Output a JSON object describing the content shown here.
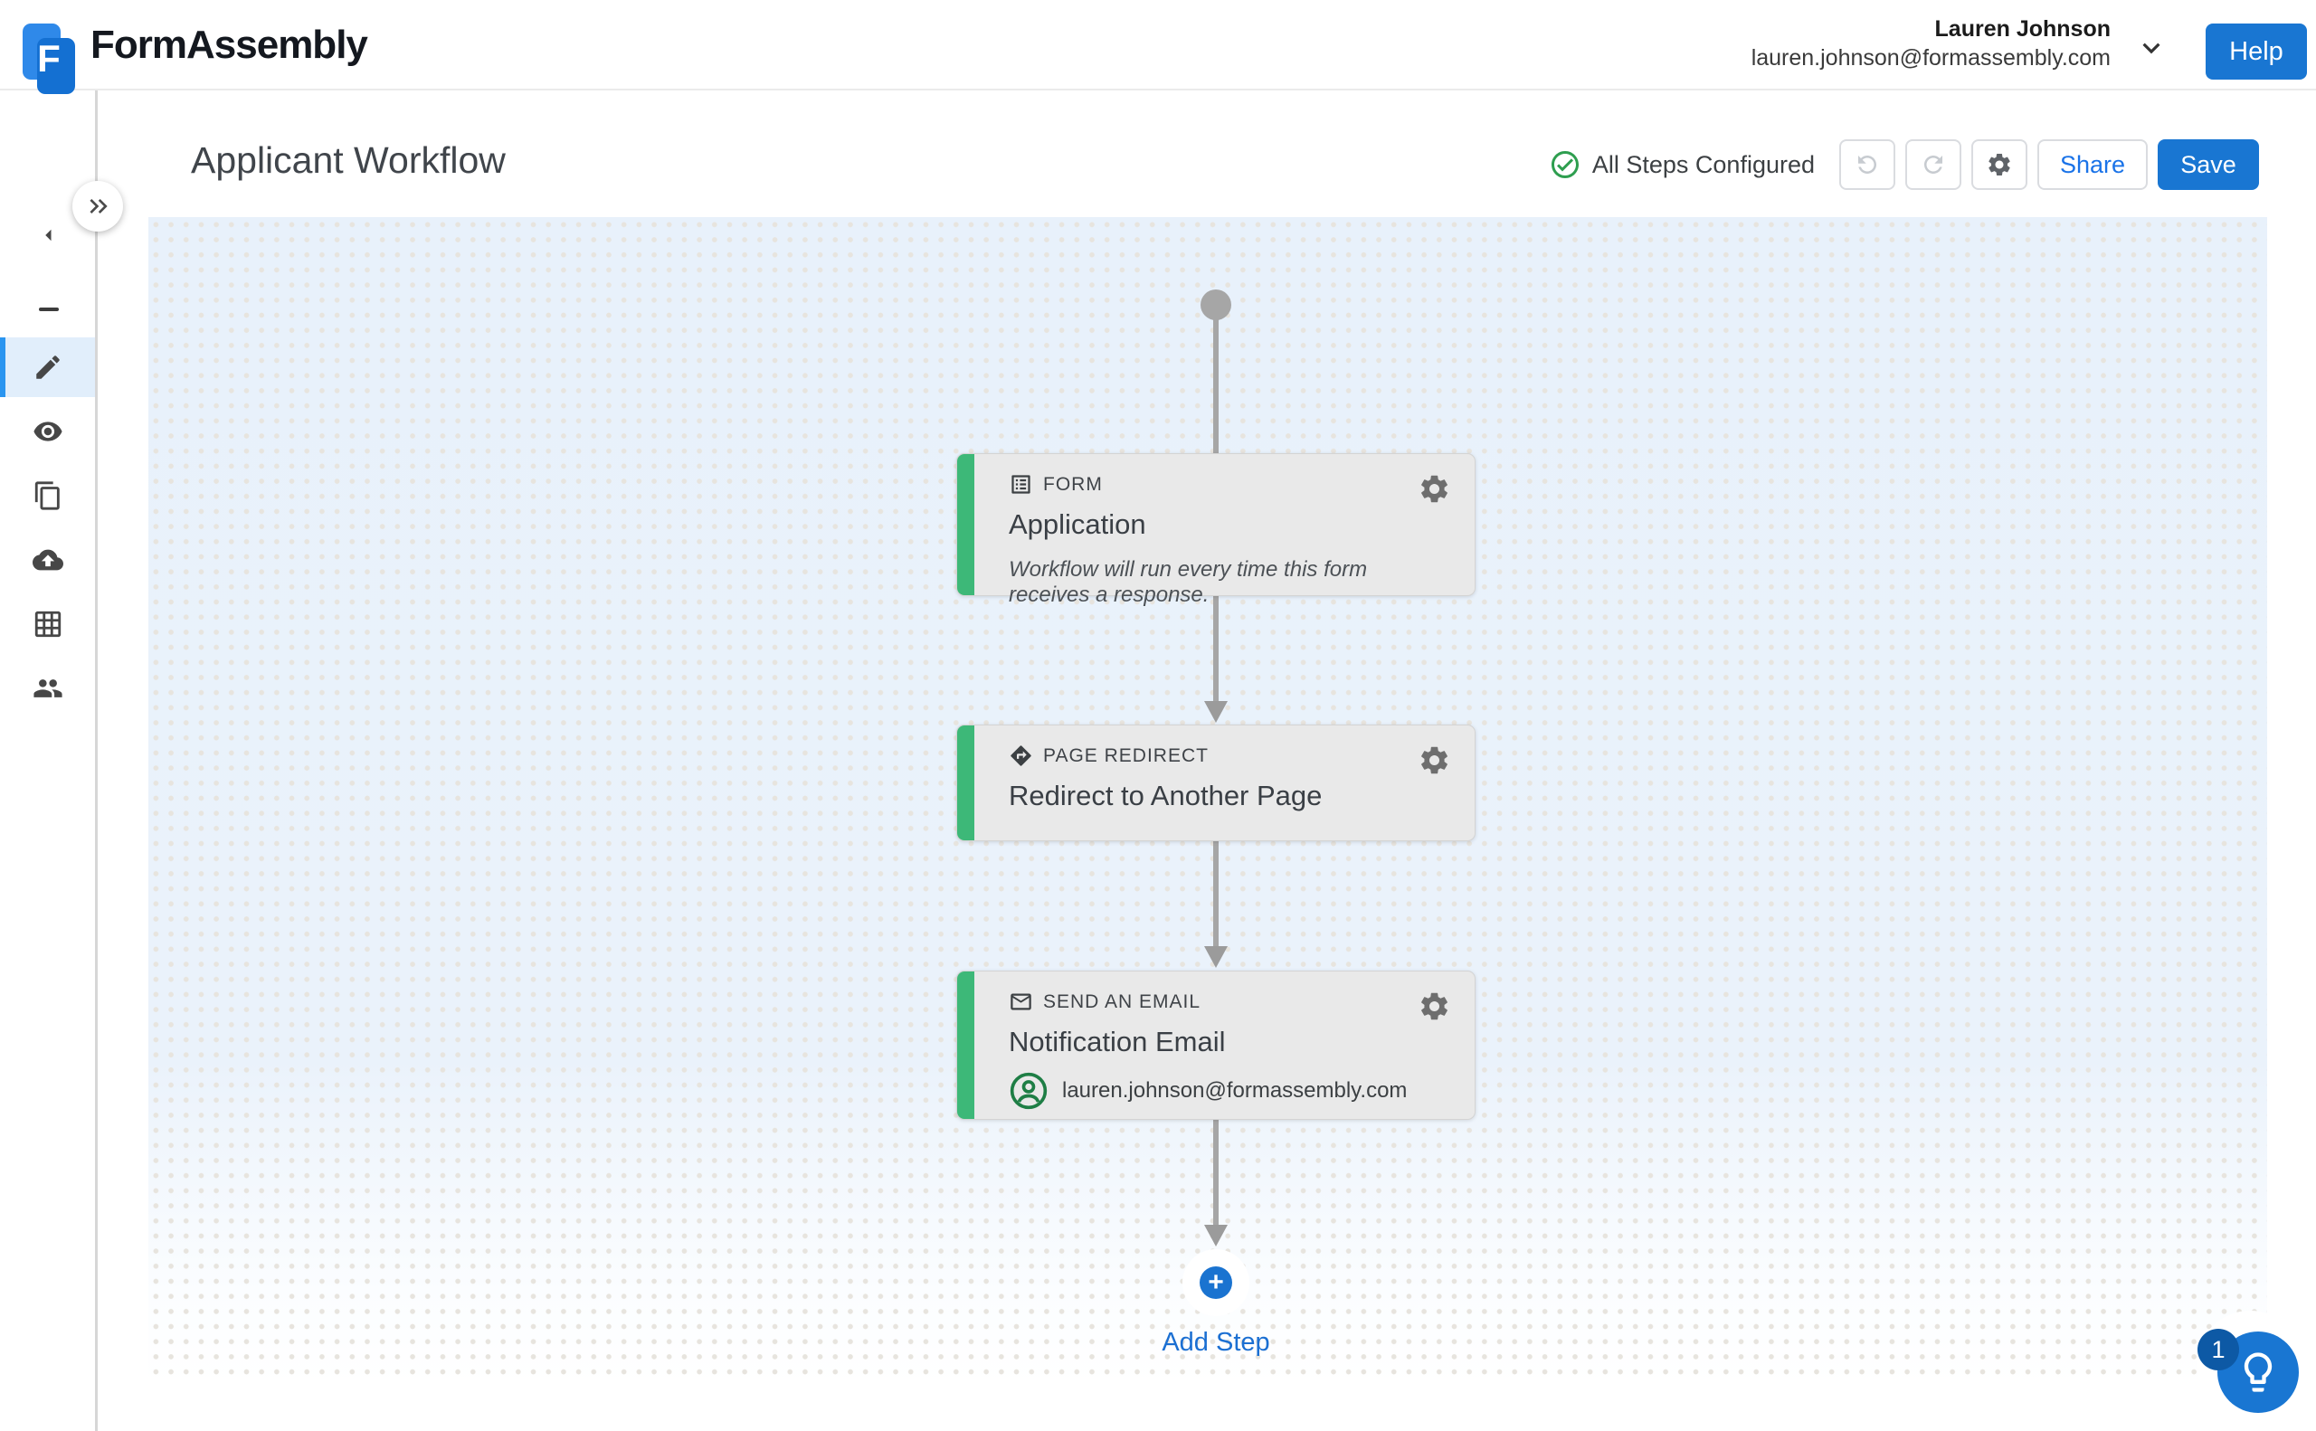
{
  "header": {
    "logo_text": "FormAssembly",
    "logo_letter": "F",
    "user_name": "Lauren Johnson",
    "user_email": "lauren.johnson@formassembly.com",
    "help_label": "Help"
  },
  "page": {
    "title": "Applicant Workflow",
    "status_label": "All Steps Configured",
    "share_label": "Share",
    "save_label": "Save"
  },
  "sidebar": {
    "icons": [
      "back-icon",
      "double-chevron-right-icon",
      "minimize-icon",
      "pencil-icon",
      "eye-icon",
      "copy-icon",
      "cloud-upload-icon",
      "table-icon",
      "users-icon"
    ]
  },
  "workflow": {
    "steps": [
      {
        "type_label": "FORM",
        "icon": "form-icon",
        "title": "Application",
        "description": "Workflow will run every time this form receives a response."
      },
      {
        "type_label": "PAGE REDIRECT",
        "icon": "redirect-icon",
        "title": "Redirect to Another Page"
      },
      {
        "type_label": "SEND AN EMAIL",
        "icon": "envelope-icon",
        "title": "Notification Email",
        "email": "lauren.johnson@formassembly.com"
      }
    ],
    "add_step_label": "Add Step",
    "plus_glyph": "+"
  },
  "help_widget": {
    "badge_count": "1"
  },
  "colors": {
    "accent_blue": "#1976d2",
    "step_green": "#3db878",
    "active_nav_blue": "#2a95f0",
    "status_green": "#2e9e4f",
    "canvas_blue": "#e8f1fb"
  }
}
